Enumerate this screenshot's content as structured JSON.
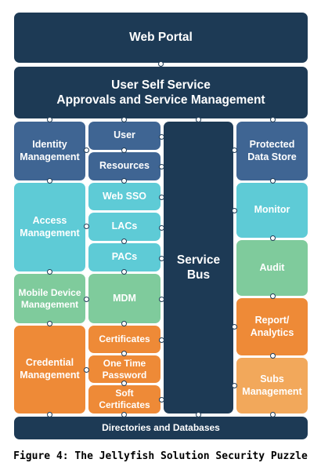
{
  "blocks": {
    "web_portal": "Web Portal",
    "user_self_service_line1": "User Self Service",
    "user_self_service_line2": "Approvals and Service Management",
    "identity_management_line1": "Identity",
    "identity_management_line2": "Management",
    "user": "User",
    "resources": "Resources",
    "access_management_line1": "Access",
    "access_management_line2": "Management",
    "web_sso": "Web SSO",
    "lacs": "LACs",
    "pacs": "PACs",
    "mobile_device_line1": "Mobile Device",
    "mobile_device_line2": "Management",
    "mdm": "MDM",
    "credential_management_line1": "Credential",
    "credential_management_line2": "Management",
    "certificates": "Certificates",
    "one_time_password_line1": "One Time",
    "one_time_password_line2": "Password",
    "soft_certificates_line1": "Soft",
    "soft_certificates_line2": "Certificates",
    "service_bus_line1": "Service",
    "service_bus_line2": "Bus",
    "protected_data_store_line1": "Protected",
    "protected_data_store_line2": "Data Store",
    "monitor": "Monitor",
    "audit": "Audit",
    "report_analytics_line1": "Report/",
    "report_analytics_line2": "Analytics",
    "subs_management_line1": "Subs",
    "subs_management_line2": "Management",
    "directories_and_databases": "Directories and Databases"
  },
  "caption": "Figure 4: The Jellyfish Solution Security Puzzle",
  "colors": {
    "navy": "#1d3a55",
    "slate_blue": "#3f6593",
    "teal": "#5ecbd6",
    "green": "#7fcb9c",
    "orange": "#ee8a37",
    "peach": "#f2a85b"
  }
}
